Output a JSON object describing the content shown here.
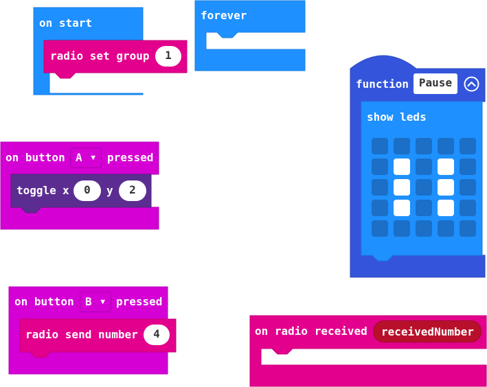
{
  "colors": {
    "basic_blue": "#1e90ff",
    "function_blue": "#3455db",
    "input_magenta": "#d400d4",
    "radio_pink": "#e3008c",
    "led_purple": "#5c2d91",
    "variable_red": "#b8102b"
  },
  "blocks": {
    "on_start": {
      "label": "on start",
      "inner": {
        "label": "radio set group",
        "value": "1"
      }
    },
    "forever": {
      "label": "forever"
    },
    "function_pause": {
      "keyword": "function",
      "name": "Pause",
      "collapse_icon": "chevron-up-circle-icon",
      "inner": {
        "label": "show leds",
        "leds": [
          [
            0,
            0,
            0,
            0,
            0
          ],
          [
            0,
            1,
            0,
            1,
            0
          ],
          [
            0,
            1,
            0,
            1,
            0
          ],
          [
            0,
            1,
            0,
            1,
            0
          ],
          [
            0,
            0,
            0,
            0,
            0
          ]
        ]
      }
    },
    "on_button_a": {
      "prefix": "on button",
      "button": "A",
      "suffix": "pressed",
      "inner": {
        "label": "toggle",
        "x_label": "x",
        "x": "0",
        "y_label": "y",
        "y": "2"
      }
    },
    "on_button_b": {
      "prefix": "on button",
      "button": "B",
      "suffix": "pressed",
      "inner": {
        "label": "radio send number",
        "value": "4"
      }
    },
    "on_radio_received": {
      "label": "on radio received",
      "variable": "receivedNumber"
    }
  }
}
